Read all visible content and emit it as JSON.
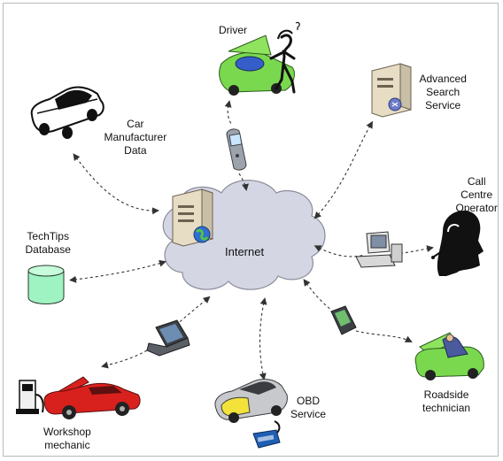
{
  "colors": {
    "cloud_fill": "#d4d6e4",
    "cloud_stroke": "#8a8c9a",
    "connector": "#333333",
    "driver_car": "#7ad84f",
    "workshop_car": "#d8211d",
    "obd_car": "#c7c9cc",
    "obd_car_accent": "#f2e23a",
    "database": "#9ff3c2",
    "server": "#e7dcc4"
  },
  "hub": {
    "label": "Internet",
    "icons": [
      "cloud-icon",
      "server-icon",
      "globe-icon"
    ]
  },
  "nodes": {
    "driver": {
      "label_lines": [
        "Driver"
      ],
      "icon": "green-car-driver-icon"
    },
    "car_manufacturer": {
      "label_lines": [
        "Car",
        "Manufacturer",
        "Data"
      ],
      "icon": "car-outline-icon"
    },
    "advanced_search": {
      "label_lines": [
        "Advanced",
        "Search",
        "Service"
      ],
      "icon": "server-icon"
    },
    "call_centre": {
      "label_lines": [
        "Call",
        "Centre",
        "Operator"
      ],
      "icon": "headset-operator-icon"
    },
    "techtips": {
      "label_lines": [
        "TechTips",
        "Database"
      ],
      "icon": "database-icon"
    },
    "workshop": {
      "label_lines": [
        "Workshop",
        "mechanic"
      ],
      "icon": "red-car-workshop-icon"
    },
    "obd": {
      "label_lines": [
        "OBD",
        "Service"
      ],
      "icon": "obd-car-icon"
    },
    "roadside": {
      "label_lines": [
        "Roadside",
        "technician"
      ],
      "icon": "green-car-mechanic-icon"
    }
  },
  "devices": [
    "mobile-phone-icon",
    "desktop-computer-icon",
    "laptop-icon",
    "pda-icon",
    "obd-connector-icon"
  ]
}
